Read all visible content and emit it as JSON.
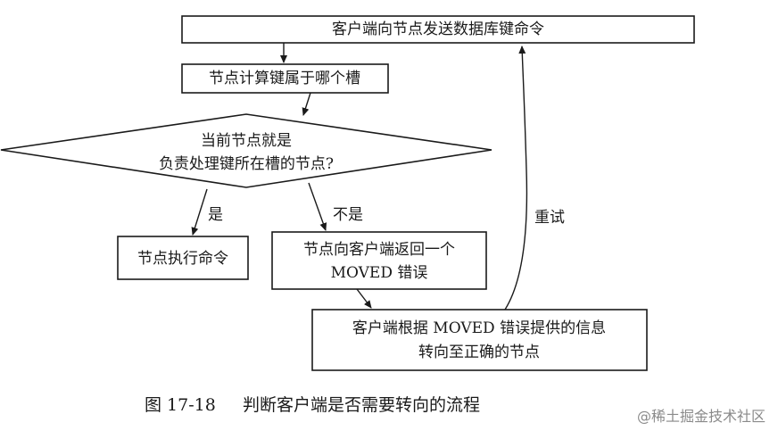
{
  "nodes": {
    "send_command": "客户端向节点发送数据库键命令",
    "compute_slot": "节点计算键属于哪个槽",
    "decision_line1": "当前节点就是",
    "decision_line2": "负责处理键所在槽的节点?",
    "execute": "节点执行命令",
    "moved_line1": "节点向客户端返回一个",
    "moved_line2": "MOVED 错误",
    "redirect_line1": "客户端根据 MOVED 错误提供的信息",
    "redirect_line2": "转向至正确的节点"
  },
  "edges": {
    "yes": "是",
    "no": "不是",
    "retry": "重试"
  },
  "caption": {
    "figure_number": "图 17-18",
    "title": "判断客户端是否需要转向的流程"
  },
  "watermark": "@稀土掘金技术社区"
}
